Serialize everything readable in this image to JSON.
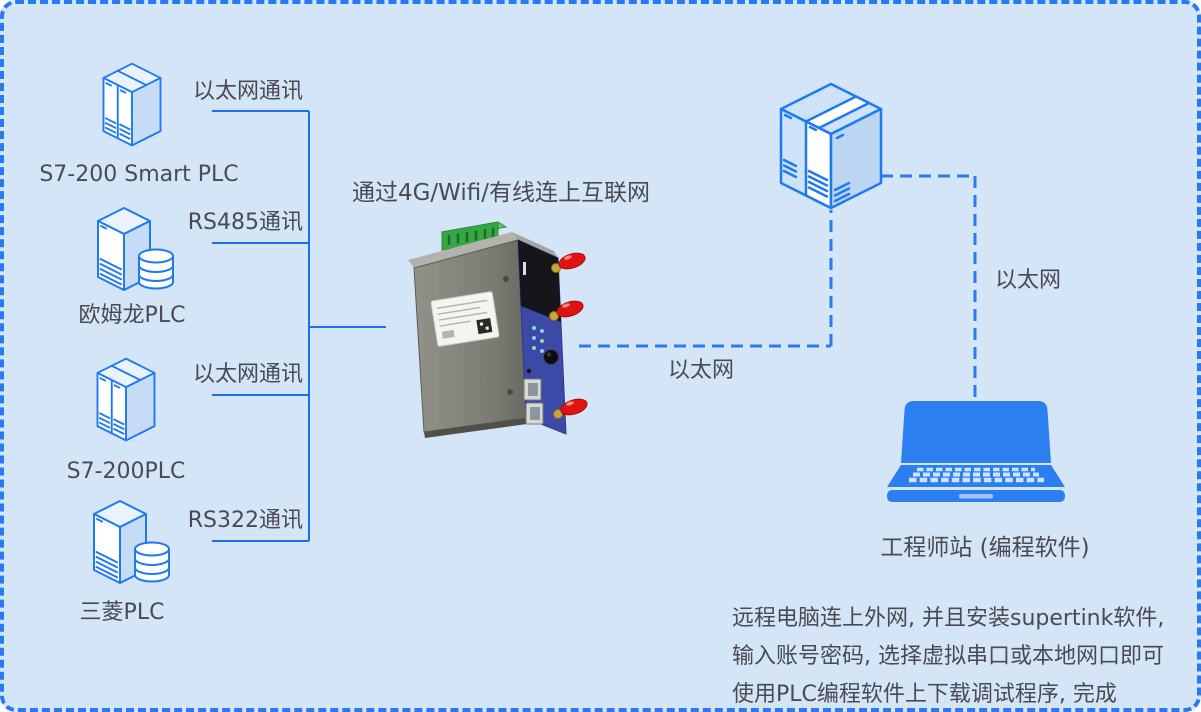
{
  "diagram": {
    "background_color": "#d4e5f8",
    "border_color": "#2979f2",
    "wire_color": "#1b6ef0",
    "dashed_wire_color": "#2a7af0",
    "icon_stroke_color": "#1f7af0",
    "text_color": "#4a4a50",
    "gateway_title": "通过4G/Wifi/有线连上互联网",
    "plcs": [
      {
        "name": "S7-200 Smart PLC",
        "protocol": "以太网通讯"
      },
      {
        "name": "欧姆龙PLC",
        "protocol": "RS485通讯"
      },
      {
        "name": "S7-200PLC",
        "protocol": "以太网通讯"
      },
      {
        "name": "三菱PLC",
        "protocol": "RS322通讯"
      }
    ],
    "ethernet_label_gateway": "以太网",
    "ethernet_label_station": "以太网",
    "station_label": "工程师站 (编程软件)",
    "note_lines": [
      "远程电脑连上外网, 并且安装supertink软件,",
      "输入账号密码, 选择虚拟串口或本地网口即可",
      "使用PLC编程软件上下载调试程序, 完成"
    ],
    "device_colors": {
      "antenna_red": "#e11212",
      "terminal_green": "#3dae4a",
      "panel_blue": "#3c49a6",
      "body_gray": "#83837d"
    },
    "laptop_color": "#2b7ff0"
  }
}
